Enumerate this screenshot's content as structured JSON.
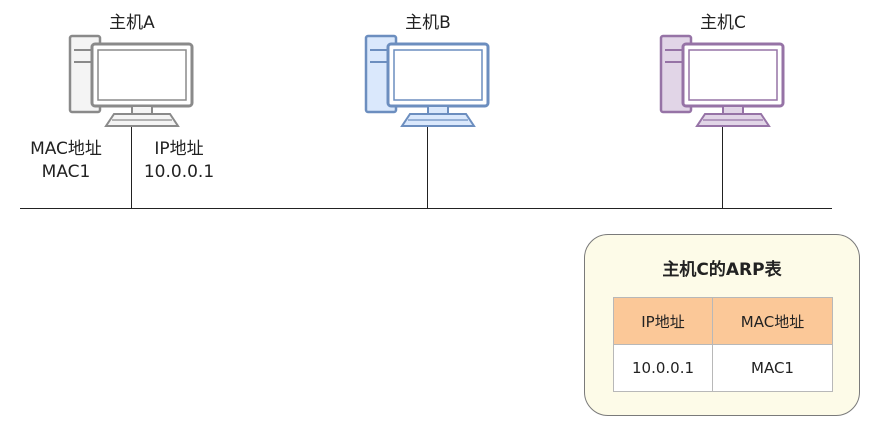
{
  "hosts": [
    {
      "name": "主机A",
      "colors": {
        "stroke": "#8a8a8a",
        "fill": "#f4f4f4"
      }
    },
    {
      "name": "主机B",
      "colors": {
        "stroke": "#6c8ebf",
        "fill": "#dae8fc"
      }
    },
    {
      "name": "主机C",
      "colors": {
        "stroke": "#9673a6",
        "fill": "#e1d5e7"
      }
    }
  ],
  "hostA": {
    "mac_label": "MAC地址",
    "mac_value": "MAC1",
    "ip_label": "IP地址",
    "ip_value": "10.0.0.1"
  },
  "arp": {
    "title": "主机C的ARP表",
    "headers": [
      "IP地址",
      "MAC地址"
    ],
    "rows": [
      [
        "10.0.0.1",
        "MAC1"
      ]
    ]
  },
  "colors": {
    "table_header": "#fbc898",
    "card_fill": "#fdfbe8",
    "line": "#222222"
  }
}
